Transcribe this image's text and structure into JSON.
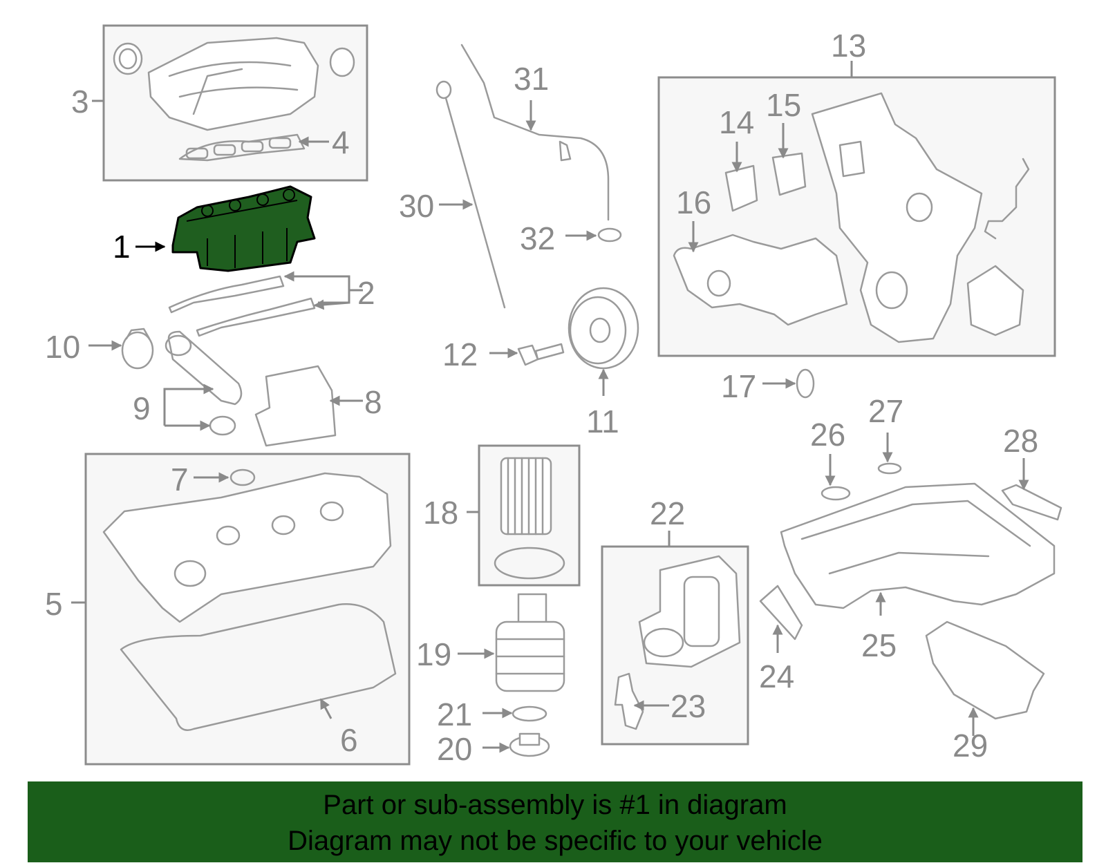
{
  "callouts": [
    {
      "n": "1"
    },
    {
      "n": "2"
    },
    {
      "n": "3"
    },
    {
      "n": "4"
    },
    {
      "n": "5"
    },
    {
      "n": "6"
    },
    {
      "n": "7"
    },
    {
      "n": "8"
    },
    {
      "n": "9"
    },
    {
      "n": "10"
    },
    {
      "n": "11"
    },
    {
      "n": "12"
    },
    {
      "n": "13"
    },
    {
      "n": "14"
    },
    {
      "n": "15"
    },
    {
      "n": "16"
    },
    {
      "n": "17"
    },
    {
      "n": "18"
    },
    {
      "n": "19"
    },
    {
      "n": "20"
    },
    {
      "n": "21"
    },
    {
      "n": "22"
    },
    {
      "n": "23"
    },
    {
      "n": "24"
    },
    {
      "n": "25"
    },
    {
      "n": "26"
    },
    {
      "n": "27"
    },
    {
      "n": "28"
    },
    {
      "n": "29"
    },
    {
      "n": "30"
    },
    {
      "n": "31"
    },
    {
      "n": "32"
    }
  ],
  "highlight": {
    "part": "1",
    "color": "#1f5e1f"
  },
  "banner": {
    "line1": "Part or sub-assembly is #1 in diagram",
    "line2": "Diagram may not be specific to your vehicle",
    "color": "#1a5e1a"
  }
}
